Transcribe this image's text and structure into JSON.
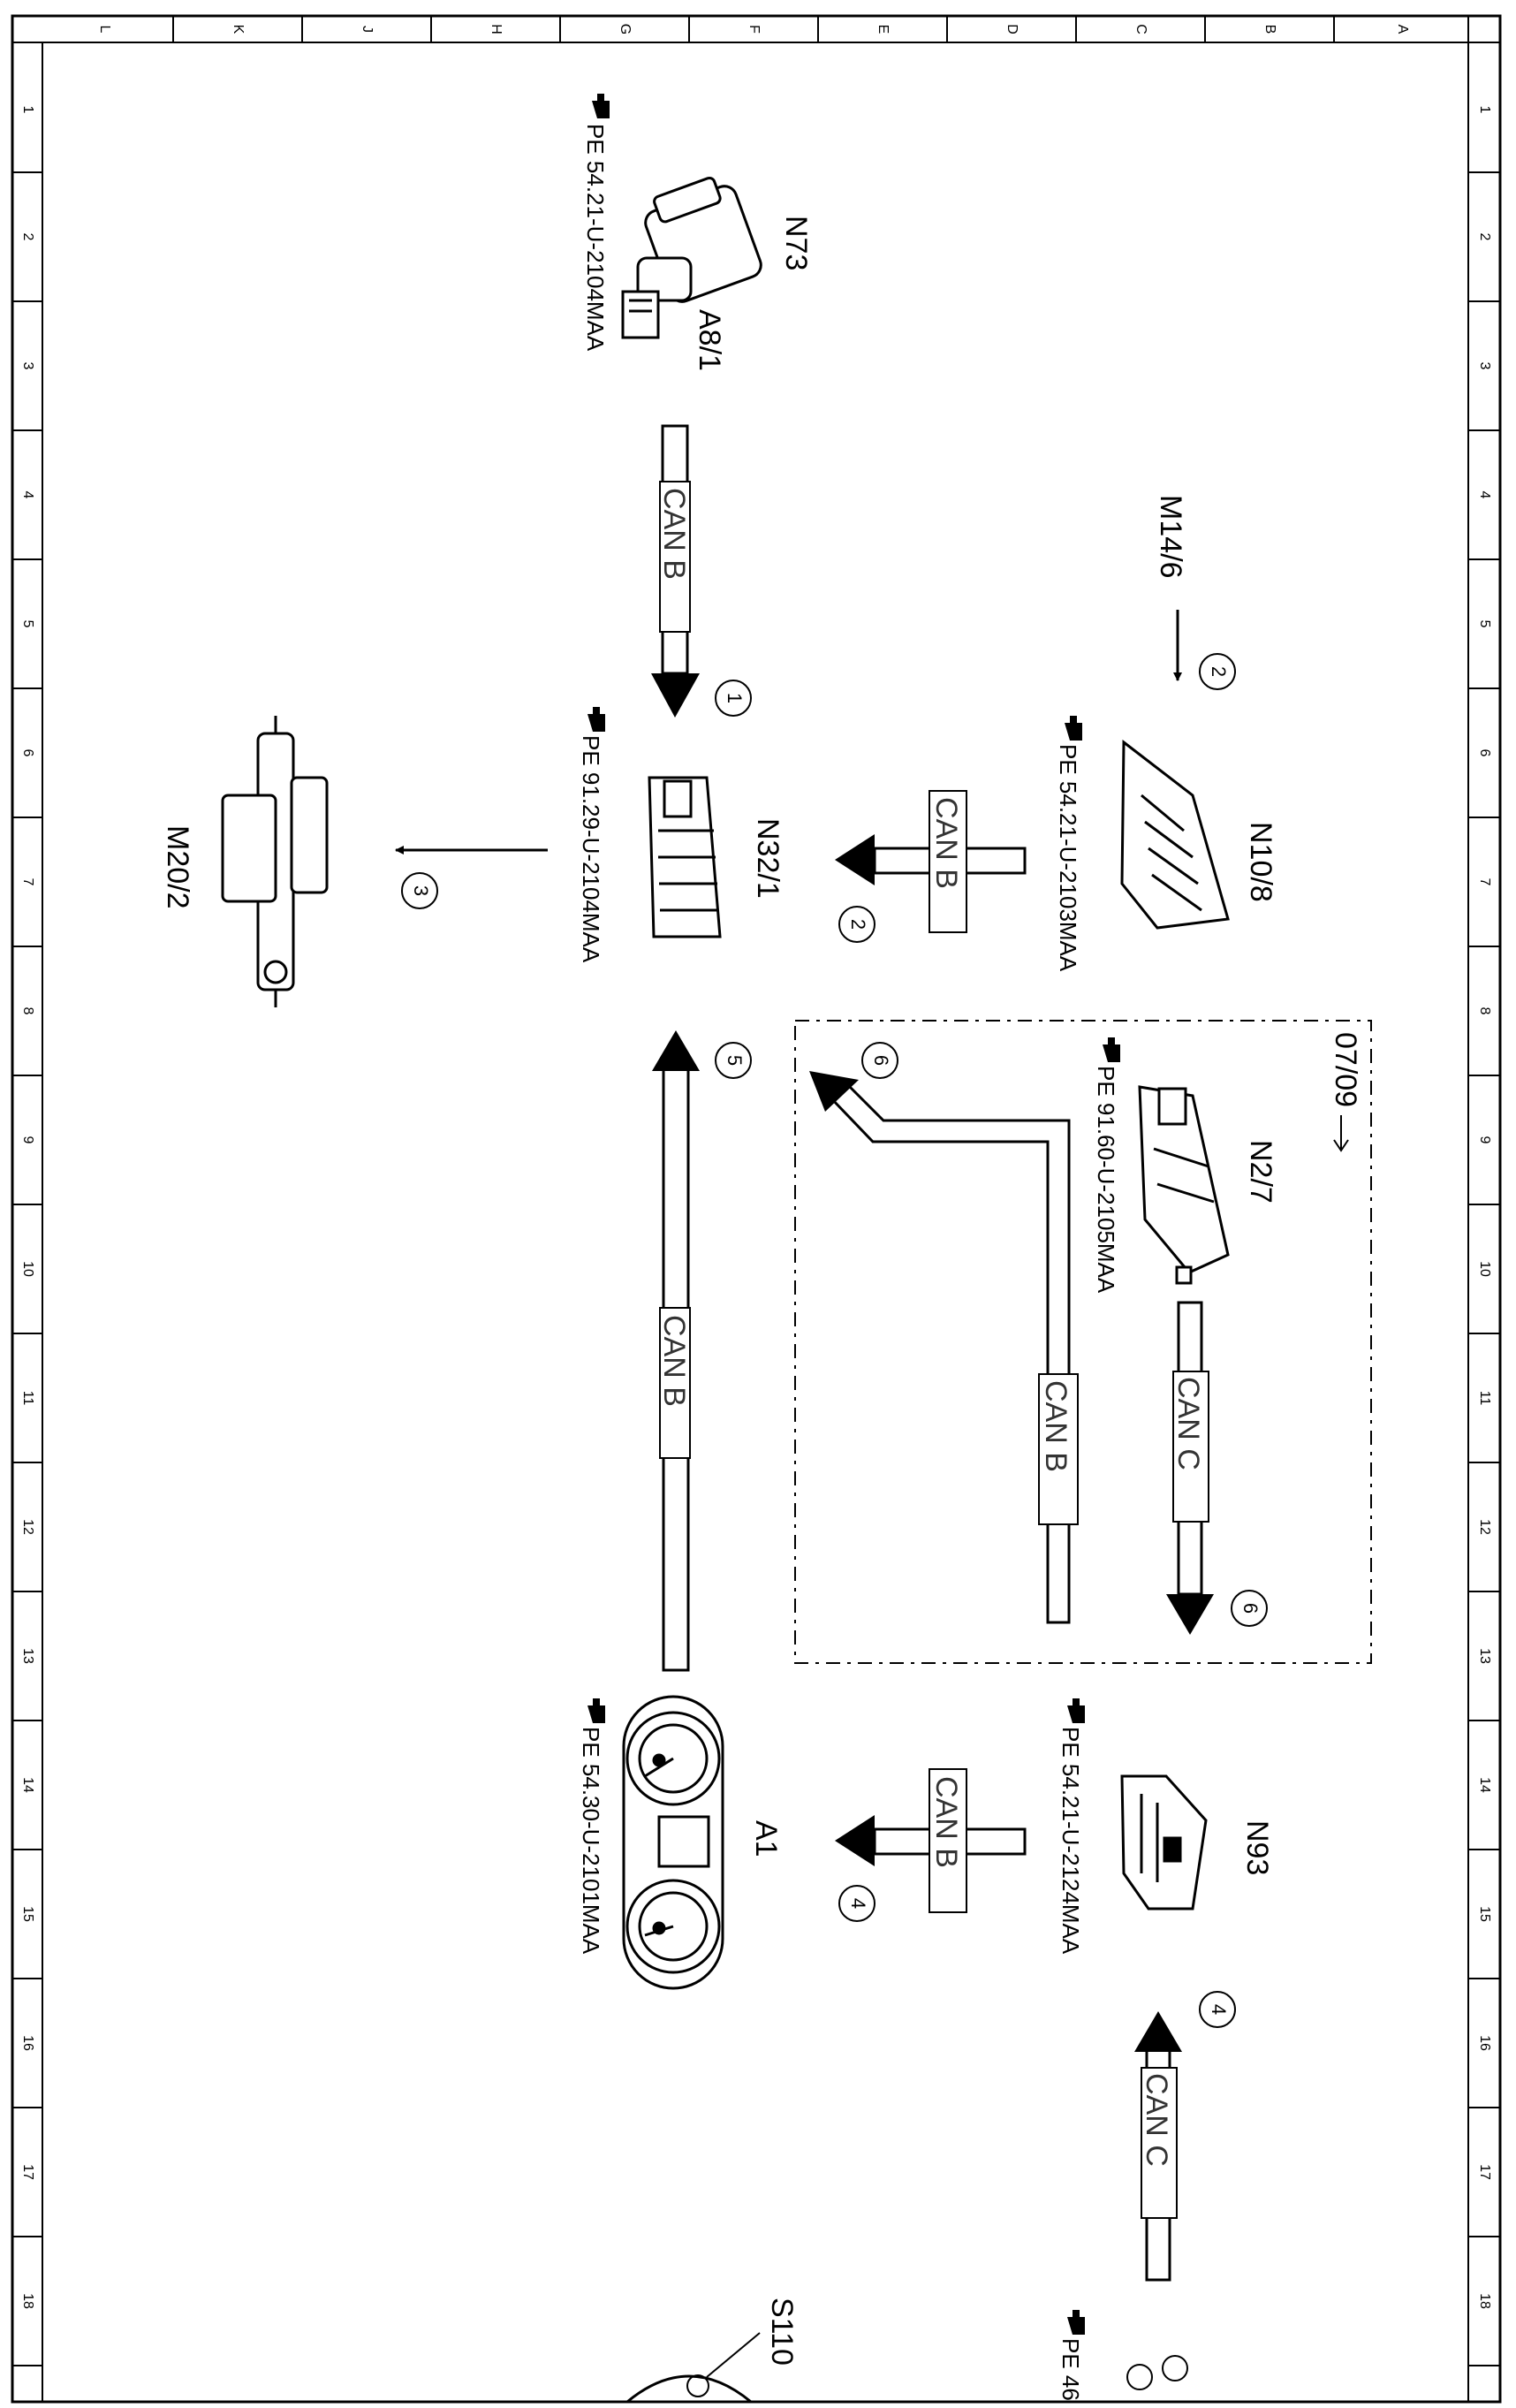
{
  "grid": {
    "letters": [
      "L",
      "K",
      "J",
      "H",
      "G",
      "F",
      "E",
      "D",
      "C",
      "B",
      "A"
    ],
    "numbers": [
      "1",
      "2",
      "3",
      "4",
      "5",
      "6",
      "7",
      "8",
      "9",
      "10",
      "11",
      "12",
      "13",
      "14",
      "15",
      "16",
      "17",
      "18"
    ]
  },
  "components": {
    "n73": "N73",
    "a8_1": "A8/1",
    "n10_8": "N10/8",
    "n32_1": "N32/1",
    "m20_2": "M20/2",
    "m14_6": "M14/6",
    "n2_7": "N2/7",
    "a1": "A1",
    "n93": "N93",
    "s110": "S110"
  },
  "references": {
    "n73_ref": "PE 54.21-U-2104MAA",
    "n32_ref": "PE 91.29-U-2104MAA",
    "n10_ref": "PE 54.21-U-2103MAA",
    "n2_ref": "PE 91.60-U-2105MAA",
    "a1_ref": "PE 54.30-U-2101MAA",
    "n93_ref": "PE 54.21-U-2124MAA",
    "bottom_ref": "PE 46"
  },
  "buses": {
    "can_b": "CAN B",
    "can_c": "CAN C"
  },
  "date_box": "07/09",
  "steps": [
    "1",
    "2",
    "3",
    "4",
    "5",
    "6"
  ]
}
